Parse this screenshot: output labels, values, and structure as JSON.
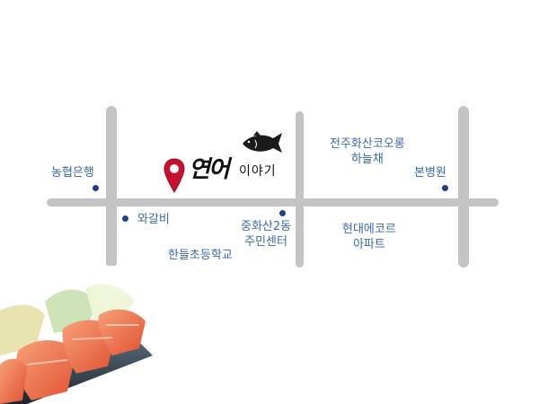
{
  "brand": {
    "name": "연어",
    "tagline": "이야기"
  },
  "places": {
    "nonghyup": "농협은행",
    "wagalbi": "와갈비",
    "handeul_school": "한들초등학교",
    "community_center": "중화산2동\n주민센터",
    "jeonju_kolon": "전주화산코오롱\n하늘채",
    "hyundai": "현대에코르\n아파트",
    "bonhospital": "본병원"
  },
  "colors": {
    "label": "#3a6aa8",
    "dot": "#1f3f8a",
    "road": "#c4c4c4",
    "pin": "#c8102e"
  },
  "icons": [
    "location-pin-icon",
    "salmon-fish-icon"
  ]
}
